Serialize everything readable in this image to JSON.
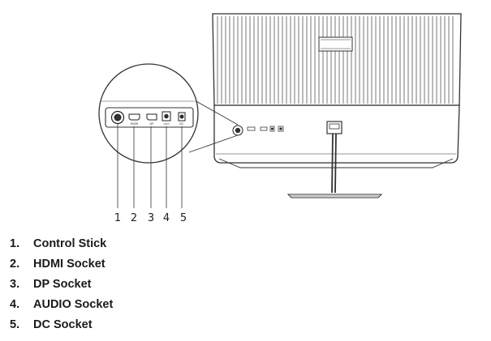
{
  "port_labels": {
    "hdmi": "HDMI",
    "dp": "DP",
    "audio": "AUDIO",
    "dc": "DC"
  },
  "callouts": [
    "1",
    "2",
    "3",
    "4",
    "5"
  ],
  "legend": [
    {
      "num": "1.",
      "label": "Control Stick"
    },
    {
      "num": "2.",
      "label": "HDMI Socket"
    },
    {
      "num": "3.",
      "label": "DP Socket"
    },
    {
      "num": "4.",
      "label": "AUDIO Socket"
    },
    {
      "num": "5.",
      "label": "DC Socket"
    }
  ]
}
